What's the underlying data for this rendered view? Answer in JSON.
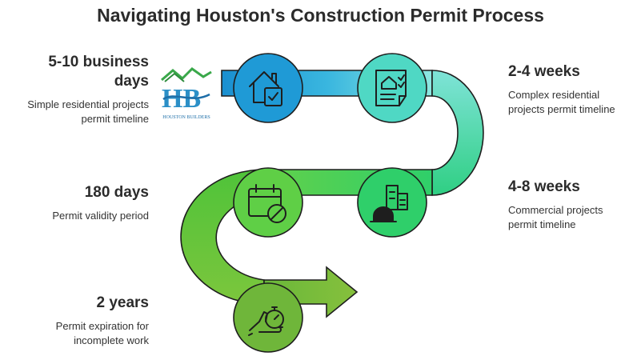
{
  "title": "Navigating Houston's Construction Permit Process",
  "logo": {
    "text": "HOUSTON BUILDERS"
  },
  "steps": [
    {
      "heading": "5-10 business days",
      "heading_l1": "5-10 business",
      "heading_l2": "days",
      "description": "Simple residential projects permit timeline",
      "desc_l1": "Simple residential projects",
      "desc_l2": "permit timeline",
      "icon": "house-check-icon",
      "color": "#1f9ad6"
    },
    {
      "heading": "2-4 weeks",
      "description": "Complex residential projects permit timeline",
      "desc_l1": "Complex residential",
      "desc_l2": "projects permit timeline",
      "icon": "blueprint-checklist-icon",
      "color": "#4fd8c4"
    },
    {
      "heading": "4-8 weeks",
      "description": "Commercial projects permit timeline",
      "desc_l1": "Commercial projects",
      "desc_l2": "permit timeline",
      "icon": "buildings-hardhat-icon",
      "color": "#2fcf6a"
    },
    {
      "heading": "180 days",
      "description": "Permit validity period",
      "icon": "calendar-no-icon",
      "color": "#5fcf46"
    },
    {
      "heading": "2 years",
      "description": "Permit expiration for incomplete work",
      "desc_l1": "Permit expiration for",
      "desc_l2": "incomplete work",
      "icon": "hand-stopwatch-icon",
      "color": "#6fb63a"
    }
  ]
}
